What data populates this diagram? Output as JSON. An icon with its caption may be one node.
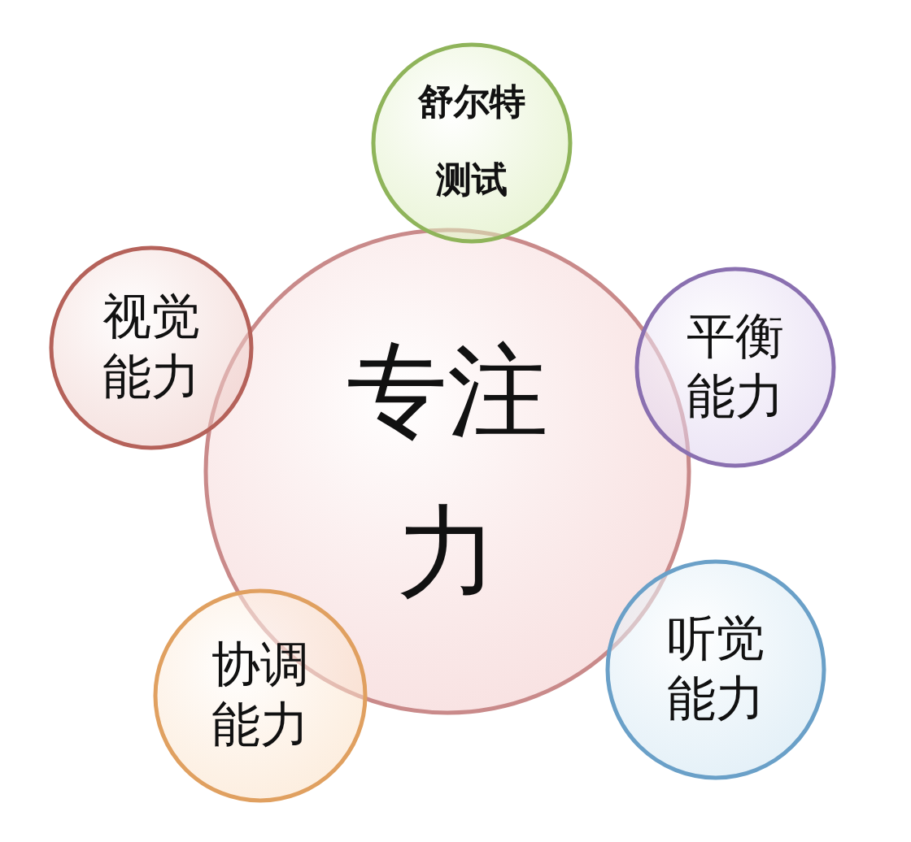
{
  "diagram": {
    "nodes": [
      {
        "text": [
          "专注力"
        ]
      },
      {
        "text": [
          "舒尔特测试"
        ]
      },
      {
        "text": [
          "视觉能力"
        ]
      },
      {
        "text": [
          "平衡能力"
        ]
      },
      {
        "text": [
          "协调能力"
        ]
      },
      {
        "text": [
          "听觉能力"
        ]
      }
    ]
  }
}
